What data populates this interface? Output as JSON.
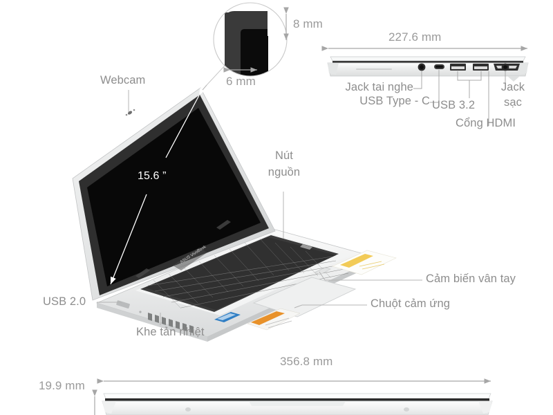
{
  "diagram": {
    "title": "Laptop dimensions and ports callout diagram",
    "text_color": "#8d8d8d",
    "dim_color": "#9a9a9a",
    "white_text_color": "#ffffff",
    "background": "#ffffff",
    "body_color": "#e8e9ea",
    "screen_color": "#0a0a0a",
    "bezel_color": "#2b2b2b",
    "keyboard_color": "#2d2d2d",
    "sticker_blue": "#2f7ec4",
    "sticker_orange": "#e8912a",
    "sticker_yellow": "#f0c23a"
  },
  "callouts": {
    "webcam": "Webcam",
    "screen_size": "15.6 ”",
    "bezel_top": "8 mm",
    "bezel_side": "6 mm",
    "usb20": "USB 2.0",
    "vent": "Khe tản nhiệt",
    "power_button_line1": "Nút",
    "power_button_line2": "nguồn",
    "fingerprint": "Cảm biến vân tay",
    "touchpad": "Chuột cảm ứng"
  },
  "side_view": {
    "width_dim": "227.6 mm",
    "ports": {
      "headphone": "Jack tai nghe",
      "usb_c": "USB Type - C",
      "usb32": "USB 3.2",
      "hdmi": "Cổng HDMI",
      "charger_line1": "Jack",
      "charger_line2": "sạc"
    }
  },
  "bottom_view": {
    "length_dim": "356.8 mm",
    "height_dim": "19.9 mm"
  }
}
